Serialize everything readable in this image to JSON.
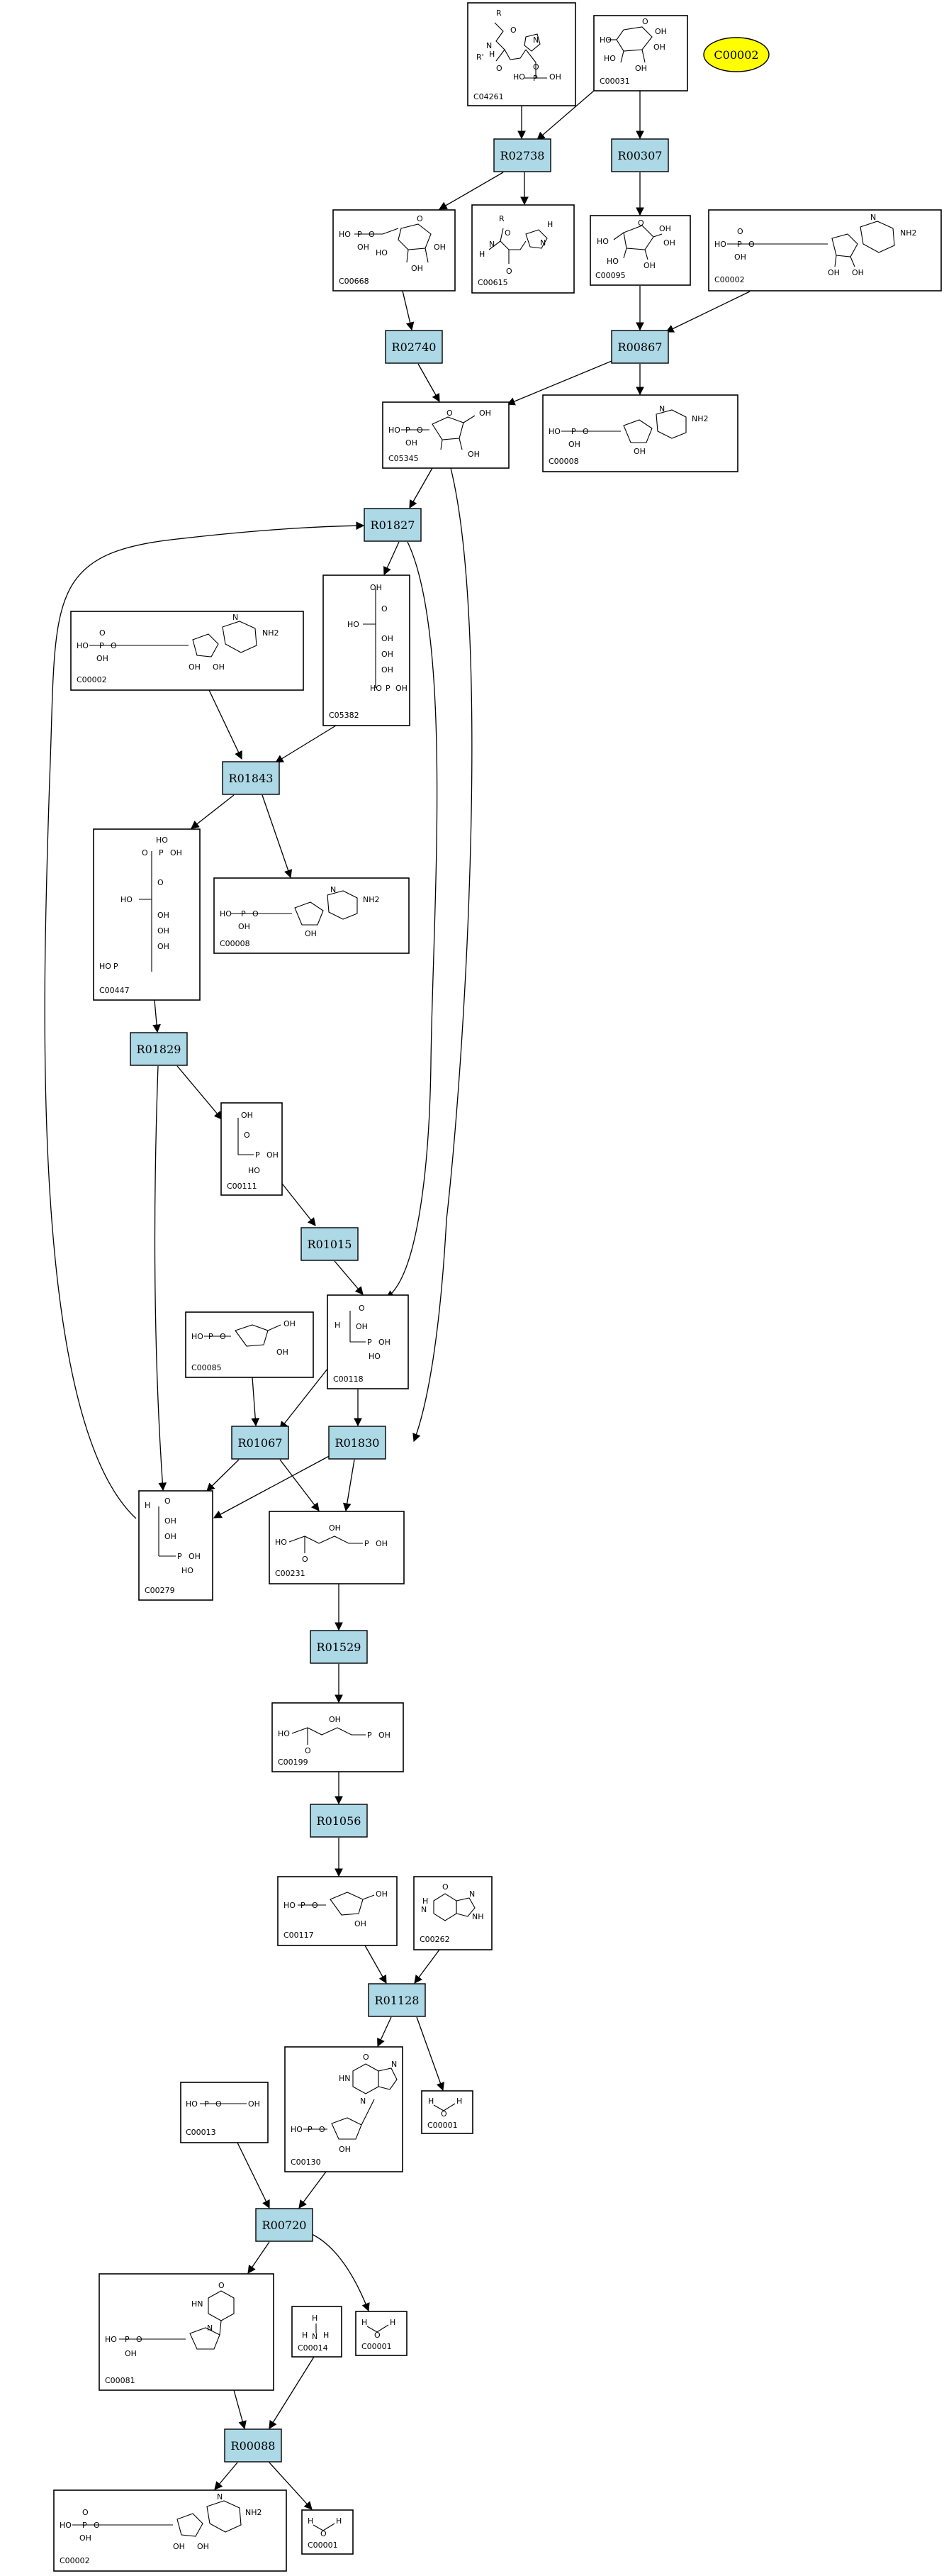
{
  "legend": {
    "key_compound": "C00002",
    "key_color": "#ffff00"
  },
  "colors": {
    "reaction_fill": "#add8e6",
    "edge": "#000000"
  },
  "compounds": {
    "C04261": {
      "id": "C04261",
      "atoms": [
        "R",
        "O",
        "N",
        "H",
        "N",
        "HO",
        "P",
        "OH",
        "O",
        "R'",
        "O"
      ]
    },
    "C00031": {
      "id": "C00031",
      "atoms": [
        "HO",
        "OH",
        "O",
        "HO",
        "OH",
        "OH"
      ]
    },
    "C00668": {
      "id": "C00668",
      "atoms": [
        "HO",
        "P",
        "O",
        "OH",
        "O",
        "HO",
        "OH",
        "OH"
      ]
    },
    "C00615": {
      "id": "C00615",
      "atoms": [
        "R",
        "O",
        "H",
        "N",
        "N",
        "H",
        "O"
      ]
    },
    "C00095": {
      "id": "C00095",
      "atoms": [
        "HO",
        "O",
        "OH",
        "HO",
        "OH",
        "OH"
      ]
    },
    "C00002": {
      "id": "C00002",
      "atoms": [
        "HO",
        "P",
        "O",
        "O",
        "OH",
        "NH2",
        "N",
        "OH",
        "OH"
      ]
    },
    "C05345": {
      "id": "C05345",
      "atoms": [
        "HO",
        "P",
        "O",
        "OH",
        "O",
        "OH",
        "OH"
      ]
    },
    "C00008": {
      "id": "C00008",
      "atoms": [
        "HO",
        "P",
        "O",
        "OH",
        "NH2",
        "N",
        "OH"
      ]
    },
    "C05382": {
      "id": "C05382",
      "atoms": [
        "OH",
        "HO",
        "O",
        "OH",
        "OH",
        "OH",
        "HO",
        "P",
        "OH"
      ]
    },
    "C00447": {
      "id": "C00447",
      "atoms": [
        "HO",
        "O",
        "P",
        "OH",
        "O",
        "HO",
        "OH",
        "OH",
        "OH",
        "HO",
        "P"
      ]
    },
    "C00111": {
      "id": "C00111",
      "atoms": [
        "OH",
        "O",
        "P",
        "OH",
        "HO"
      ]
    },
    "C00085": {
      "id": "C00085",
      "atoms": [
        "HO",
        "P",
        "O",
        "OH",
        "OH"
      ]
    },
    "C00118": {
      "id": "C00118",
      "atoms": [
        "H",
        "O",
        "OH",
        "P",
        "OH",
        "HO"
      ]
    },
    "C00279": {
      "id": "C00279",
      "atoms": [
        "H",
        "O",
        "OH",
        "OH",
        "P",
        "OH",
        "HO"
      ]
    },
    "C00231": {
      "id": "C00231",
      "atoms": [
        "HO",
        "O",
        "OH",
        "P",
        "OH"
      ]
    },
    "C00199": {
      "id": "C00199",
      "atoms": [
        "HO",
        "OH",
        "O",
        "P",
        "OH"
      ]
    },
    "C00117": {
      "id": "C00117",
      "atoms": [
        "HO",
        "P",
        "O",
        "OH",
        "OH"
      ]
    },
    "C00262": {
      "id": "C00262",
      "atoms": [
        "O",
        "H",
        "N",
        "N",
        "NH"
      ]
    },
    "C00130": {
      "id": "C00130",
      "atoms": [
        "O",
        "HN",
        "N",
        "N",
        "HO",
        "P",
        "O",
        "OH"
      ]
    },
    "C00001": {
      "id": "C00001",
      "atoms": [
        "H",
        "O",
        "H"
      ]
    },
    "C00013": {
      "id": "C00013",
      "atoms": [
        "HO",
        "P",
        "O",
        "OH"
      ]
    },
    "C00014": {
      "id": "C00014",
      "atoms": [
        "H",
        "N",
        "H",
        "H"
      ]
    },
    "C00081": {
      "id": "C00081",
      "atoms": [
        "HO",
        "P",
        "O",
        "OH",
        "HN",
        "N",
        "O"
      ]
    }
  },
  "reactions": {
    "R02738": "R02738",
    "R00307": "R00307",
    "R02740": "R02740",
    "R00867": "R00867",
    "R01827": "R01827",
    "R01843": "R01843",
    "R01829": "R01829",
    "R01015": "R01015",
    "R01067": "R01067",
    "R01830": "R01830",
    "R01529": "R01529",
    "R01056": "R01056",
    "R01128": "R01128",
    "R00720": "R00720",
    "R00088": "R00088"
  },
  "edges": [
    [
      "C04261",
      "R02738"
    ],
    [
      "C00031",
      "R02738"
    ],
    [
      "C00031",
      "R00307"
    ],
    [
      "R02738",
      "C00668"
    ],
    [
      "R02738",
      "C00615"
    ],
    [
      "R00307",
      "C00095"
    ],
    [
      "C00668",
      "R02740"
    ],
    [
      "C00095",
      "R00867"
    ],
    [
      "C00002",
      "R00867"
    ],
    [
      "R02740",
      "C05345"
    ],
    [
      "R00867",
      "C05345"
    ],
    [
      "R00867",
      "C00008"
    ],
    [
      "C05345",
      "R01827"
    ],
    [
      "C05345",
      "R01830"
    ],
    [
      "C00279",
      "R01827"
    ],
    [
      "R01827",
      "C05382"
    ],
    [
      "R01827",
      "C00118"
    ],
    [
      "C00002",
      "R01843"
    ],
    [
      "C05382",
      "R01843"
    ],
    [
      "R01843",
      "C00447"
    ],
    [
      "R01843",
      "C00008"
    ],
    [
      "C00447",
      "R01829"
    ],
    [
      "R01829",
      "C00111"
    ],
    [
      "R01829",
      "C00279"
    ],
    [
      "C00111",
      "R01015"
    ],
    [
      "R01015",
      "C00118"
    ],
    [
      "C00085",
      "R01067"
    ],
    [
      "C00118",
      "R01067"
    ],
    [
      "C00118",
      "R01830"
    ],
    [
      "R01067",
      "C00279"
    ],
    [
      "R01067",
      "C00231"
    ],
    [
      "R01830",
      "C00279"
    ],
    [
      "R01830",
      "C00231"
    ],
    [
      "C00231",
      "R01529"
    ],
    [
      "R01529",
      "C00199"
    ],
    [
      "C00199",
      "R01056"
    ],
    [
      "R01056",
      "C00117"
    ],
    [
      "C00117",
      "R01128"
    ],
    [
      "C00262",
      "R01128"
    ],
    [
      "R01128",
      "C00130"
    ],
    [
      "R01128",
      "C00001"
    ],
    [
      "C00013",
      "R00720"
    ],
    [
      "C00130",
      "R00720"
    ],
    [
      "R00720",
      "C00081"
    ],
    [
      "R00720",
      "C00001"
    ],
    [
      "C00081",
      "R00088"
    ],
    [
      "C00014",
      "R00088"
    ],
    [
      "R00088",
      "C00002"
    ],
    [
      "R00088",
      "C00001"
    ]
  ]
}
